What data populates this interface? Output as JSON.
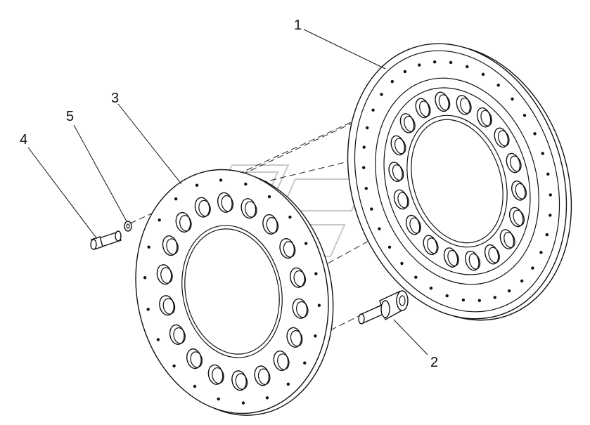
{
  "callouts": [
    {
      "id": "1",
      "label": "1"
    },
    {
      "id": "2",
      "label": "2"
    },
    {
      "id": "3",
      "label": "3"
    },
    {
      "id": "4",
      "label": "4"
    },
    {
      "id": "5",
      "label": "5"
    }
  ],
  "parts": {
    "rear_flange_holes": 18,
    "front_flange_holes": 18
  }
}
